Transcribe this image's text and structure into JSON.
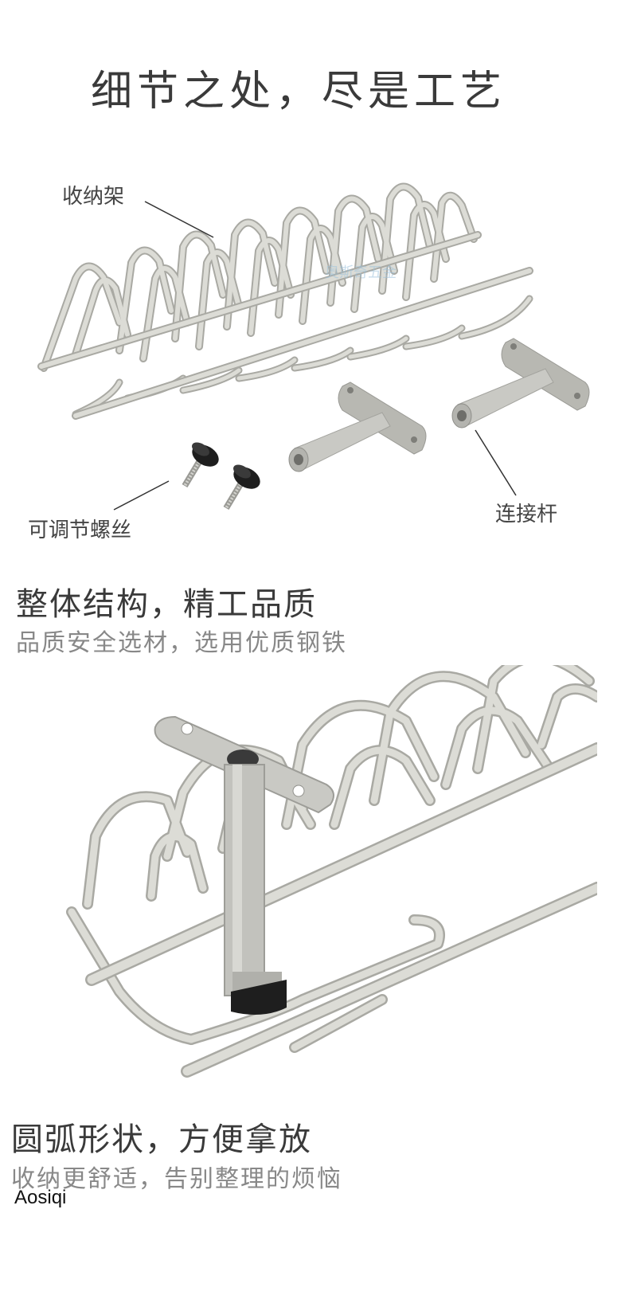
{
  "header": {
    "title": "细节之处，尽是工艺"
  },
  "section1": {
    "callouts": {
      "rack_label": "收纳架",
      "screw_label": "可调节螺丝",
      "rod_label": "连接杆"
    },
    "watermark": "奥斯奇五金"
  },
  "section2": {
    "heading": "整体结构，精工品质",
    "subtext": "品质安全选材，选用优质钢铁"
  },
  "section3": {
    "heading": "圆弧形状，方便拿放",
    "subtext": "收纳更舒适，告别整理的烦恼"
  },
  "footer": {
    "brand": "Aosiqi"
  },
  "colors": {
    "wire": "#d6d6d0",
    "wire_edge": "#a9a9a3",
    "rubber": "#1e1e1e",
    "metal": "#c6c6c1"
  }
}
